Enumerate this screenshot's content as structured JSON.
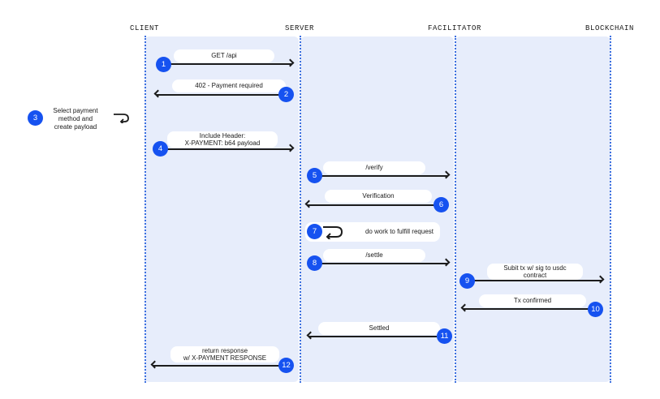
{
  "columns": [
    "CLIENT",
    "SERVER",
    "FACILITATOR",
    "BLOCKCHAIN"
  ],
  "steps": [
    {
      "num": "1",
      "label": "GET /api",
      "from": "CLIENT",
      "to": "SERVER"
    },
    {
      "num": "2",
      "label": "402 - Payment required",
      "from": "SERVER",
      "to": "CLIENT"
    },
    {
      "num": "3",
      "label": "Select payment method and create payload",
      "lines": [
        "Select payment",
        "method and",
        "create payload"
      ],
      "from": "CLIENT",
      "to": "CLIENT"
    },
    {
      "num": "4",
      "label": "Include Header: X-PAYMENT: b64 payload",
      "lines": [
        "Include Header:",
        "X-PAYMENT: b64 payload"
      ],
      "from": "CLIENT",
      "to": "SERVER"
    },
    {
      "num": "5",
      "label": "/verify",
      "from": "SERVER",
      "to": "FACILITATOR"
    },
    {
      "num": "6",
      "label": "Verification",
      "from": "FACILITATOR",
      "to": "SERVER"
    },
    {
      "num": "7",
      "label": "do work to fulfill request",
      "from": "SERVER",
      "to": "SERVER"
    },
    {
      "num": "8",
      "label": "/settle",
      "from": "SERVER",
      "to": "FACILITATOR"
    },
    {
      "num": "9",
      "label": "Subit tx w/ sig to usdc contract",
      "lines": [
        "Subit tx w/ sig to usdc",
        "contract"
      ],
      "from": "FACILITATOR",
      "to": "BLOCKCHAIN"
    },
    {
      "num": "10",
      "label": "Tx confirmed",
      "from": "BLOCKCHAIN",
      "to": "FACILITATOR"
    },
    {
      "num": "11",
      "label": "Settled",
      "from": "FACILITATOR",
      "to": "SERVER"
    },
    {
      "num": "12",
      "label": "return response w/ X-PAYMENT RESPONSE",
      "lines": [
        "return response",
        "w/ X-PAYMENT RESPONSE"
      ],
      "from": "SERVER",
      "to": "CLIENT"
    }
  ],
  "colors": {
    "badge": "#1652f0",
    "lifeline": "#3b6fe0",
    "panel": "#e7edfb",
    "arrow": "#1c1c1c"
  }
}
